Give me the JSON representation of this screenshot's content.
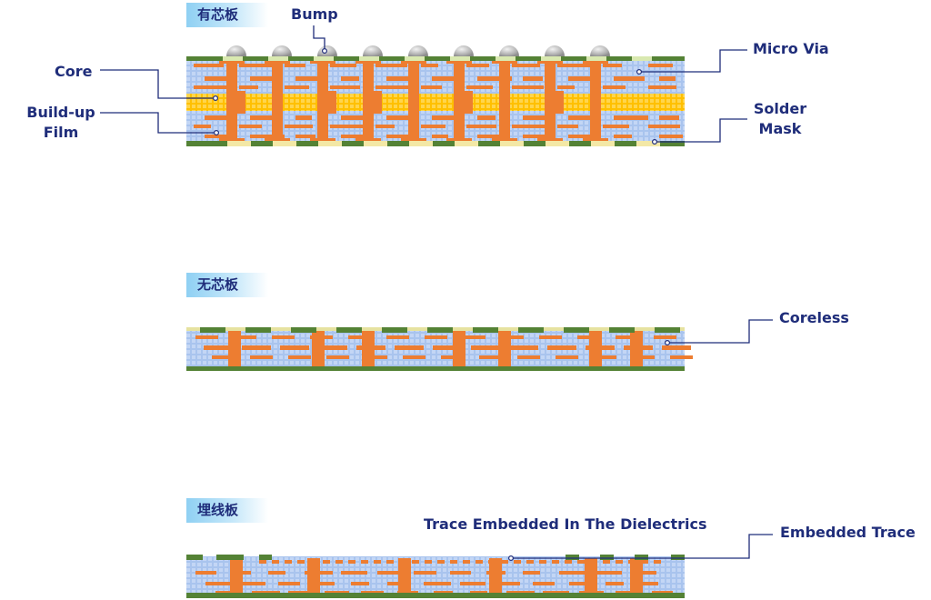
{
  "sections": {
    "cored": {
      "tag": "有芯板"
    },
    "coreless": {
      "tag": "无芯板"
    },
    "embedded": {
      "tag": "埋线板"
    }
  },
  "labels": {
    "bump": "Bump",
    "core": "Core",
    "buildup_line1": "Build-up",
    "buildup_line2": "Film",
    "micro_via": "Micro Via",
    "solder_line1": "Solder",
    "solder_line2": "Mask",
    "coreless": "Coreless",
    "trace_embedded": "Trace Embedded In The Dielectrics",
    "embedded_trace": "Embedded Trace"
  },
  "colors": {
    "copper": "#ed7d31",
    "dielectric": "#a9c4ee",
    "core": "#ffc000",
    "solder_mask": "#548235",
    "bump": "#a6a6a6",
    "label": "#1f2d7a"
  }
}
